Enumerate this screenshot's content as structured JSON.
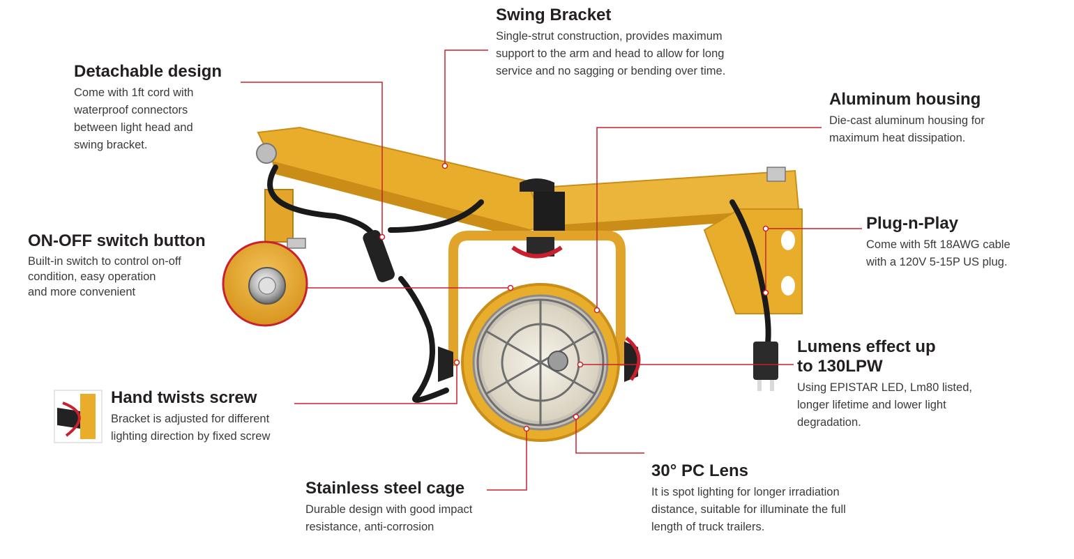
{
  "features": {
    "swing_bracket": {
      "title": "Swing Bracket",
      "desc": "Single-strut construction, provides maximum\nsupport to the arm and head to allow for long\nservice and no sagging or bending over time."
    },
    "detachable": {
      "title": "Detachable design",
      "desc": "Come with 1ft cord with\nwaterproof connectors\nbetween light head and\nswing bracket."
    },
    "aluminum": {
      "title": "Aluminum housing",
      "desc": "Die-cast aluminum housing for\nmaximum heat dissipation."
    },
    "plug": {
      "title": "Plug-n-Play",
      "desc": "Come with 5ft 18AWG cable\nwith a 120V 5-15P US plug."
    },
    "switch": {
      "title": "ON-OFF switch button",
      "desc": "Built-in switch to control on-off\ncondition, easy operation\nand more convenient"
    },
    "lumens": {
      "title": "Lumens effect up\nto 130LPW",
      "desc": "Using EPISTAR LED, Lm80 listed,\nlonger lifetime and lower light\ndegradation."
    },
    "screw": {
      "title": "Hand twists screw",
      "desc": "Bracket is adjusted for different\nlighting direction by fixed screw"
    },
    "cage": {
      "title": "Stainless steel cage",
      "desc": "Durable design with good impact\nresistance, anti-corrosion"
    },
    "lens": {
      "title": "30° PC Lens",
      "desc": "It is spot lighting for longer irradiation\ndistance, suitable for illuminate the full\nlength of truck trailers."
    }
  },
  "colors": {
    "accent_red": "#c8202f",
    "bracket_yellow": "#e9ad2c",
    "bracket_shadow": "#c98d18",
    "cable_black": "#1a1a1a"
  }
}
